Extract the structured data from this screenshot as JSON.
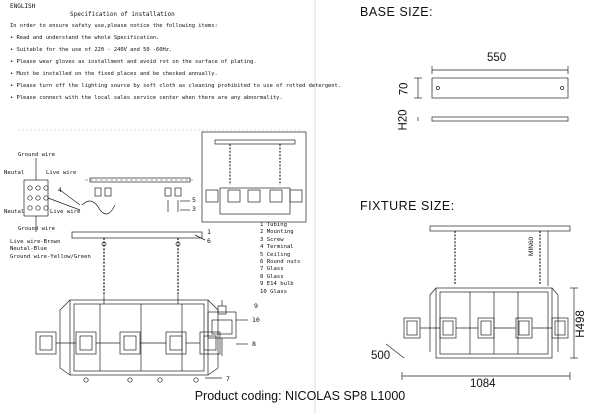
{
  "spec": {
    "lang": "ENGLISH",
    "title": "Specification of installation",
    "lines": [
      "In order to ensure safety use,please notice the following items:",
      "Read and understand the whole Specification.",
      "Suitable for the use of 220 - 240V and 50 -60Hz.",
      "Please wear gloves as installment and avoid rot on the surface of plating.",
      "Must be installed on the fixed places and be checked annually.",
      "Please turn off the lighting source by soft cloth as cleaning prohibited to use of rotted detergent.",
      "Please connect with the local sales service center when there are any abnormality."
    ]
  },
  "wiring": {
    "ground_top": "Ground wire",
    "neutral_top": "Neutal",
    "live_top": "Live wire",
    "neutral_mid": "Neutal",
    "live_mid": "Live wire",
    "ground_bottom": "Ground wire",
    "legend": [
      "Live wire-Brown",
      "Neutal-Blue",
      "Ground wire-Yellow/Green"
    ]
  },
  "callouts": [
    "4",
    "5",
    "3",
    "1",
    "6",
    "9",
    "10",
    "8",
    "7"
  ],
  "parts": [
    "1 Tubing",
    "2 Mounting",
    "3 Screw",
    "4 Terminal",
    "5 Ceiling",
    "6 Round nuts",
    "7 Glass",
    "8 Glass",
    "9 E14 bulb",
    "10 Glass"
  ],
  "base": {
    "heading": "BASE SIZE:",
    "width": "550",
    "depth": "70",
    "height": "H20"
  },
  "fixture": {
    "heading": "FIXTURE SIZE:",
    "chain": "MIN60",
    "height": "H498",
    "depth": "500",
    "width": "1084"
  },
  "footer": "Product coding: NICOLAS SP8 L1000"
}
